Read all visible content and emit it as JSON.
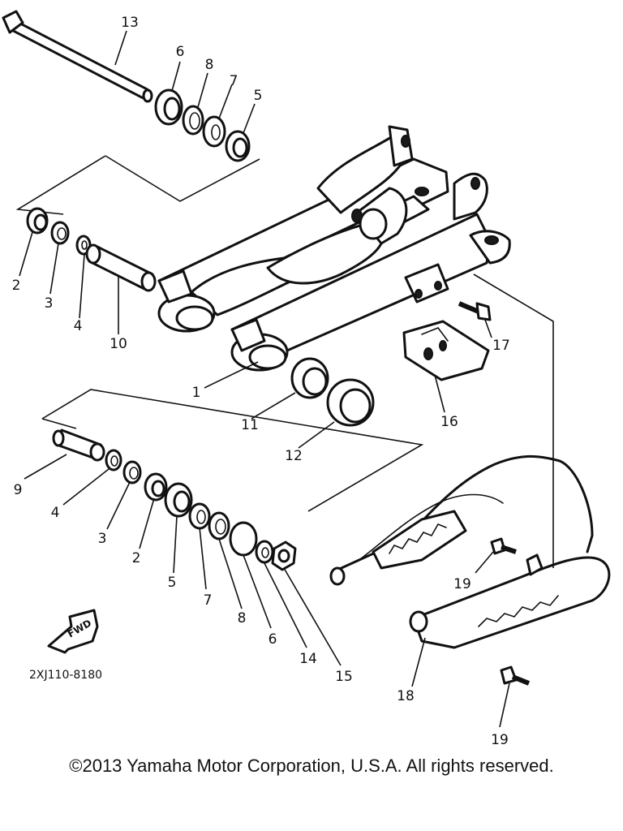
{
  "diagram": {
    "drawing_code": "2XJ110-8180",
    "fwd_label": "FWD",
    "callouts": {
      "c1": "1",
      "c2a": "2",
      "c2b": "2",
      "c3a": "3",
      "c3b": "3",
      "c4a": "4",
      "c4b": "4",
      "c5a": "5",
      "c5b": "5",
      "c6a": "6",
      "c6b": "6",
      "c7a": "7",
      "c7b": "7",
      "c8a": "8",
      "c8b": "8",
      "c9": "9",
      "c10": "10",
      "c11": "11",
      "c12": "12",
      "c13": "13",
      "c14": "14",
      "c15": "15",
      "c16": "16",
      "c17": "17",
      "c18": "18",
      "c19a": "19",
      "c19b": "19"
    }
  },
  "footer": {
    "copyright": "©2013 Yamaha Motor Corporation, U.S.A. All rights reserved."
  }
}
